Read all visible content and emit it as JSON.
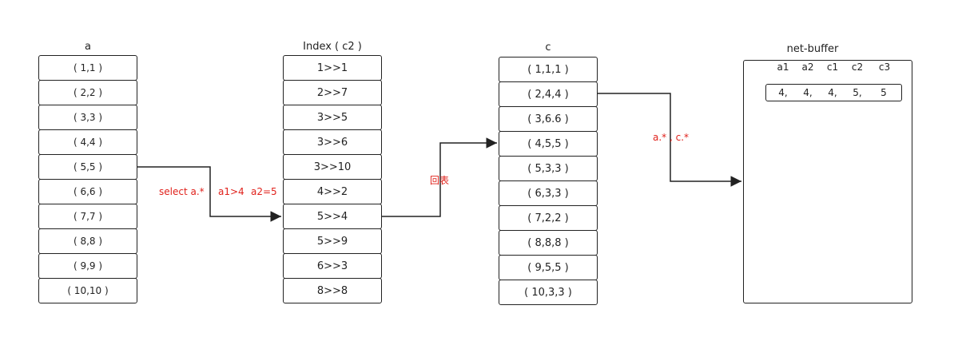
{
  "table_a": {
    "title": "a",
    "rows": [
      "( 1,1 )",
      "( 2,2 )",
      "( 3,3 )",
      "( 4,4 )",
      "( 5,5 )",
      "( 6,6 )",
      "( 7,7 )",
      "( 8,8 )",
      "( 9,9 )",
      "( 10,10 )"
    ]
  },
  "index_c2": {
    "title": "Index ( c2 )",
    "rows": [
      "1>>1",
      "2>>7",
      "3>>5",
      "3>>6",
      "3>>10",
      "4>>2",
      "5>>4",
      "5>>9",
      "6>>3",
      "8>>8"
    ]
  },
  "table_c": {
    "title": "c",
    "rows": [
      "( 1,1,1 )",
      "( 2,4,4 )",
      "( 3,6.6 )",
      "( 4,5,5 )",
      "( 5,3,3 )",
      "( 6,3,3 )",
      "( 7,2,2 )",
      "( 8,8,8 )",
      "( 9,5,5 )",
      "( 10,3,3 )"
    ]
  },
  "net_buffer": {
    "title": "net-buffer",
    "headers": [
      "a1",
      "a2",
      "c1",
      "c2",
      "c3"
    ],
    "values": [
      "4,",
      "4,",
      "4,",
      "5,",
      "5"
    ]
  },
  "labels": {
    "select": "select a.*",
    "cond1": "a1>4",
    "cond2": "a2=5",
    "lookup": "回表",
    "output": "a.* , c.*"
  },
  "colors": {
    "label_red": "#e0211b",
    "stroke": "#222222"
  }
}
